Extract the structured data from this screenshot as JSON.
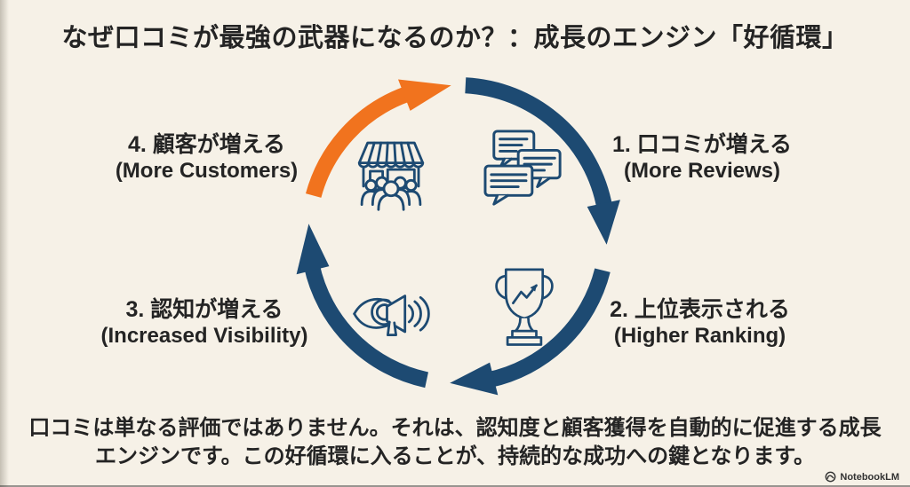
{
  "title": "なぜ口コミが最強の武器になるのか？：成長のエンジン「好循環」",
  "cycle": {
    "direction": "clockwise",
    "steps": [
      {
        "jp": "1. 口コミが増える",
        "en": "(More Reviews)",
        "icon": "chat-bubbles-icon",
        "position": "right-top"
      },
      {
        "jp": "2. 上位表示される",
        "en": "(Higher Ranking)",
        "icon": "trophy-icon",
        "position": "right-bottom"
      },
      {
        "jp": "3. 認知が増える",
        "en": "(Increased Visibility)",
        "icon": "megaphone-eye-icon",
        "position": "left-bottom"
      },
      {
        "jp": "4. 顧客が増える",
        "en": "(More Customers)",
        "icon": "storefront-icon",
        "position": "left-top"
      }
    ]
  },
  "footer": {
    "line1": "口コミは単なる評価ではありません。それは、認知度と顧客獲得を自動的に促進する成長",
    "line2": "エンジンです。この好循環に入ることが、持続的な成功への鍵となります。"
  },
  "watermark": {
    "label": "NotebookLM",
    "icon": "notebooklm-logo-icon"
  },
  "colors": {
    "background": "#f6f1e7",
    "arrow_main": "#1d4a72",
    "arrow_accent": "#f1731e",
    "text": "#242424"
  }
}
